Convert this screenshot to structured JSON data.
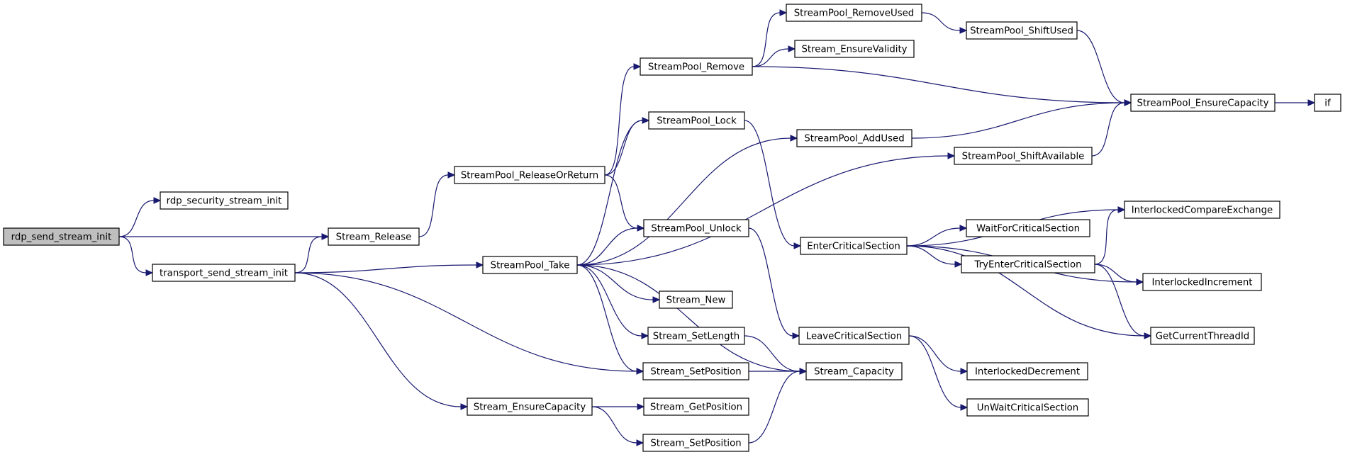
{
  "graph": {
    "nodes": [
      {
        "id": "rdp_send_stream_init",
        "label": "rdp_send_stream_init",
        "root": true
      },
      {
        "id": "rdp_security_stream_init",
        "label": "rdp_security_stream_init"
      },
      {
        "id": "Stream_Release",
        "label": "Stream_Release"
      },
      {
        "id": "transport_send_stream_init",
        "label": "transport_send_stream_init"
      },
      {
        "id": "StreamPool_ReleaseOrReturn",
        "label": "StreamPool_ReleaseOrReturn"
      },
      {
        "id": "StreamPool_Take",
        "label": "StreamPool_Take"
      },
      {
        "id": "Stream_EnsureCapacity",
        "label": "Stream_EnsureCapacity"
      },
      {
        "id": "StreamPool_Remove",
        "label": "StreamPool_Remove"
      },
      {
        "id": "StreamPool_Lock",
        "label": "StreamPool_Lock"
      },
      {
        "id": "StreamPool_Unlock",
        "label": "StreamPool_Unlock"
      },
      {
        "id": "Stream_New",
        "label": "Stream_New"
      },
      {
        "id": "Stream_SetLength",
        "label": "Stream_SetLength"
      },
      {
        "id": "Stream_SetPosition_a",
        "label": "Stream_SetPosition"
      },
      {
        "id": "Stream_GetPosition",
        "label": "Stream_GetPosition"
      },
      {
        "id": "Stream_SetPosition_b",
        "label": "Stream_SetPosition"
      },
      {
        "id": "StreamPool_RemoveUsed",
        "label": "StreamPool_RemoveUsed"
      },
      {
        "id": "Stream_EnsureValidity",
        "label": "Stream_EnsureValidity"
      },
      {
        "id": "StreamPool_AddUsed",
        "label": "StreamPool_AddUsed"
      },
      {
        "id": "EnterCriticalSection",
        "label": "EnterCriticalSection"
      },
      {
        "id": "LeaveCriticalSection",
        "label": "LeaveCriticalSection"
      },
      {
        "id": "Stream_Capacity",
        "label": "Stream_Capacity"
      },
      {
        "id": "StreamPool_ShiftUsed",
        "label": "StreamPool_ShiftUsed"
      },
      {
        "id": "StreamPool_ShiftAvailable",
        "label": "StreamPool_ShiftAvailable"
      },
      {
        "id": "InterlockedCompareExchange",
        "label": "InterlockedCompareExchange"
      },
      {
        "id": "WaitForCriticalSection",
        "label": "WaitForCriticalSection"
      },
      {
        "id": "TryEnterCriticalSection",
        "label": "TryEnterCriticalSection"
      },
      {
        "id": "InterlockedIncrement",
        "label": "InterlockedIncrement"
      },
      {
        "id": "GetCurrentThreadId",
        "label": "GetCurrentThreadId"
      },
      {
        "id": "InterlockedDecrement",
        "label": "InterlockedDecrement"
      },
      {
        "id": "UnWaitCriticalSection",
        "label": "UnWaitCriticalSection"
      },
      {
        "id": "StreamPool_EnsureCapacity",
        "label": "StreamPool_EnsureCapacity"
      },
      {
        "id": "if",
        "label": "if"
      }
    ],
    "edges": [
      [
        "rdp_send_stream_init",
        "rdp_security_stream_init"
      ],
      [
        "rdp_send_stream_init",
        "Stream_Release"
      ],
      [
        "rdp_send_stream_init",
        "transport_send_stream_init"
      ],
      [
        "transport_send_stream_init",
        "Stream_Release"
      ],
      [
        "transport_send_stream_init",
        "StreamPool_Take"
      ],
      [
        "transport_send_stream_init",
        "Stream_SetPosition_a"
      ],
      [
        "transport_send_stream_init",
        "Stream_EnsureCapacity"
      ],
      [
        "Stream_Release",
        "StreamPool_ReleaseOrReturn"
      ],
      [
        "StreamPool_ReleaseOrReturn",
        "StreamPool_Remove"
      ],
      [
        "StreamPool_ReleaseOrReturn",
        "StreamPool_Lock"
      ],
      [
        "StreamPool_ReleaseOrReturn",
        "StreamPool_Unlock"
      ],
      [
        "StreamPool_Take",
        "StreamPool_Lock"
      ],
      [
        "StreamPool_Take",
        "StreamPool_AddUsed"
      ],
      [
        "StreamPool_Take",
        "StreamPool_ShiftAvailable"
      ],
      [
        "StreamPool_Take",
        "StreamPool_Unlock"
      ],
      [
        "StreamPool_Take",
        "Stream_Capacity"
      ],
      [
        "StreamPool_Take",
        "Stream_New"
      ],
      [
        "StreamPool_Take",
        "Stream_SetLength"
      ],
      [
        "StreamPool_Take",
        "Stream_SetPosition_a"
      ],
      [
        "Stream_EnsureCapacity",
        "Stream_GetPosition"
      ],
      [
        "Stream_EnsureCapacity",
        "Stream_SetPosition_b"
      ],
      [
        "StreamPool_Remove",
        "StreamPool_RemoveUsed"
      ],
      [
        "StreamPool_Remove",
        "Stream_EnsureValidity"
      ],
      [
        "StreamPool_Remove",
        "StreamPool_EnsureCapacity"
      ],
      [
        "StreamPool_Lock",
        "EnterCriticalSection"
      ],
      [
        "StreamPool_Unlock",
        "LeaveCriticalSection"
      ],
      [
        "Stream_SetLength",
        "Stream_Capacity"
      ],
      [
        "Stream_SetPosition_a",
        "Stream_Capacity"
      ],
      [
        "Stream_SetPosition_b",
        "Stream_Capacity"
      ],
      [
        "StreamPool_RemoveUsed",
        "StreamPool_ShiftUsed"
      ],
      [
        "StreamPool_ShiftUsed",
        "StreamPool_EnsureCapacity"
      ],
      [
        "StreamPool_AddUsed",
        "StreamPool_EnsureCapacity"
      ],
      [
        "StreamPool_ShiftAvailable",
        "StreamPool_EnsureCapacity"
      ],
      [
        "StreamPool_EnsureCapacity",
        "if"
      ],
      [
        "EnterCriticalSection",
        "InterlockedCompareExchange"
      ],
      [
        "EnterCriticalSection",
        "WaitForCriticalSection"
      ],
      [
        "EnterCriticalSection",
        "TryEnterCriticalSection"
      ],
      [
        "EnterCriticalSection",
        "InterlockedIncrement"
      ],
      [
        "EnterCriticalSection",
        "GetCurrentThreadId"
      ],
      [
        "TryEnterCriticalSection",
        "InterlockedCompareExchange"
      ],
      [
        "TryEnterCriticalSection",
        "InterlockedIncrement"
      ],
      [
        "TryEnterCriticalSection",
        "GetCurrentThreadId"
      ],
      [
        "LeaveCriticalSection",
        "InterlockedDecrement"
      ],
      [
        "LeaveCriticalSection",
        "UnWaitCriticalSection"
      ]
    ]
  }
}
